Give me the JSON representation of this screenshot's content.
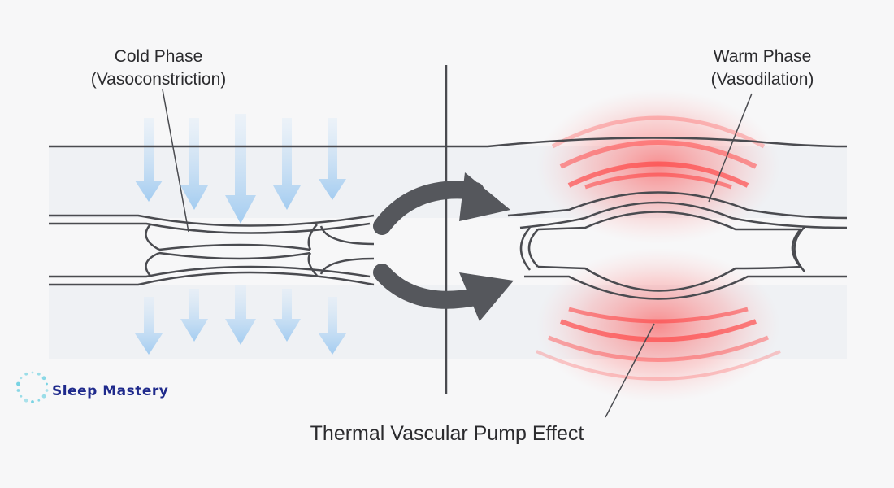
{
  "labels": {
    "cold_line1": "Cold Phase",
    "cold_line2": "(Vasoconstriction)",
    "warm_line1": "Warm Phase",
    "warm_line2": "(Vasodilation)",
    "caption": "Thermal Vascular Pump Effect"
  },
  "brand": {
    "name": "Sleep Mastery"
  },
  "icons": {
    "brand_logo": "dotted-circle-logo-icon",
    "cold_flow": "arrow-down-icon",
    "transition": "curved-arrow-right-icon"
  },
  "colors": {
    "background": "#f7f7f8",
    "vessel_band": "#eff1f4",
    "stroke": "#4a4b50",
    "cold_arrow": "#b7d7f3",
    "heat_glow": "#ff4040",
    "transition_arrow": "#55575c",
    "brand_text": "#1f2a8c",
    "brand_dots": "#6ccfe0"
  }
}
